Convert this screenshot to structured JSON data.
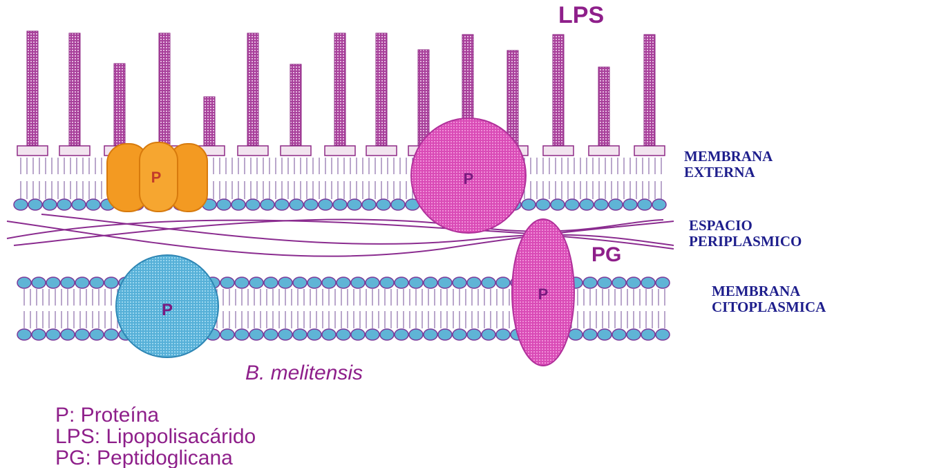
{
  "labels": {
    "lps": "LPS",
    "pg": "PG",
    "outer_membrane_line1": "MEMBRANA",
    "outer_membrane_line2": "EXTERNA",
    "periplasm_line1": "ESPACIO",
    "periplasm_line2": "PERIPLASMICO",
    "inner_membrane_line1": "MEMBRANA",
    "inner_membrane_line2": "CITOPLASMICA",
    "organism": "B. melitensis",
    "protein_mark": "P"
  },
  "legend": [
    "P: Proteína",
    "LPS: Lipopolisacárido",
    "PG: Peptidoglicana"
  ],
  "colors": {
    "lps_chain": "#9b2f8e",
    "label_purple": "#8e1f8a",
    "label_blue": "#1e1e8c",
    "head_blue": "#5fb4d6",
    "porin_orange": "#f39a22",
    "protein_pink": "#d94bb6",
    "protein_blue": "#56b0d8",
    "pg_line": "#8a2b8f"
  }
}
